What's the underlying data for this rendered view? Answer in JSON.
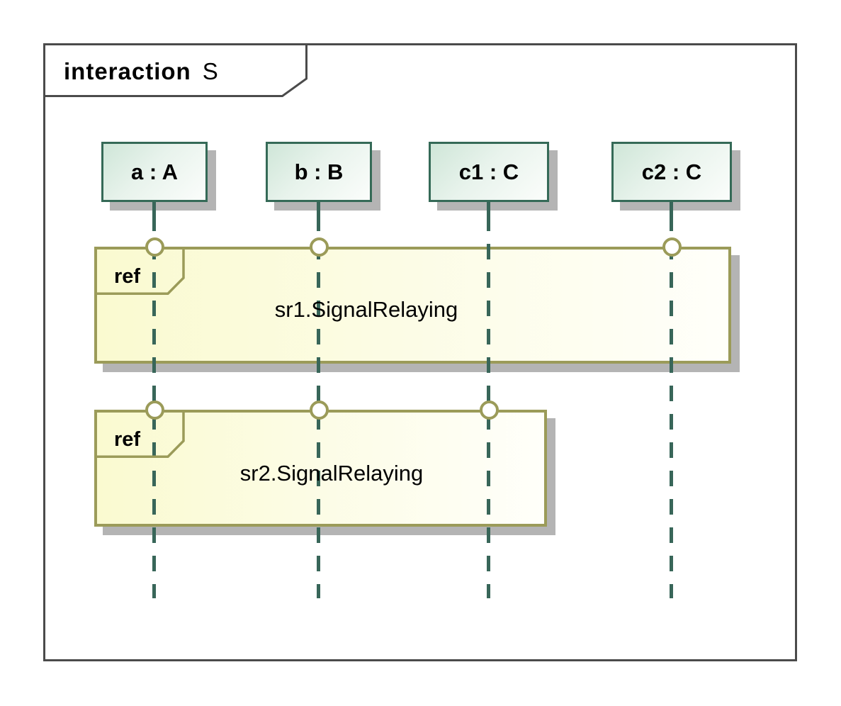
{
  "frame": {
    "keyword": "interaction",
    "name": "S"
  },
  "lifelines": [
    {
      "label": "a : A"
    },
    {
      "label": "b : B"
    },
    {
      "label": "c1 : C"
    },
    {
      "label": "c2 : C"
    }
  ],
  "interaction_uses": [
    {
      "keyword": "ref",
      "label": "sr1.SignalRelaying"
    },
    {
      "keyword": "ref",
      "label": "sr2.SignalRelaying"
    }
  ],
  "colors": {
    "outer_frame_border": "#4b4b4b",
    "ref_frame_border": "#9b9b59",
    "ref_frame_fill": "#fafad2",
    "lifeline_head_border": "#356a57",
    "lifeline_head_fill": "#d3e8db",
    "lifeline_line": "#386659",
    "shadow": "#b4b4b4",
    "text": "#000000"
  }
}
